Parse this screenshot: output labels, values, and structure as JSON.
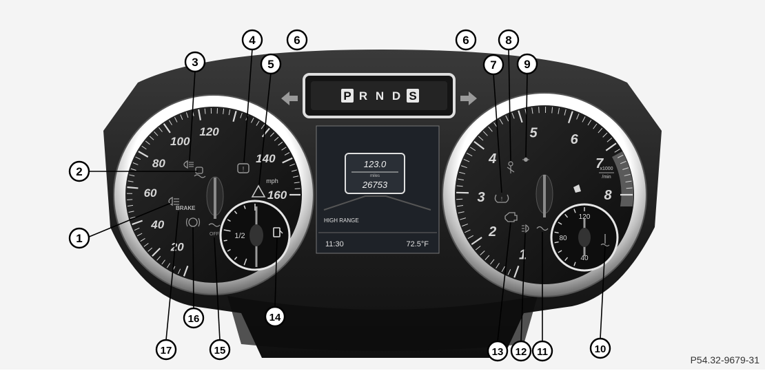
{
  "reference_code": "P54.32-9679-31",
  "gear_selector": {
    "gears": [
      "P",
      "R",
      "N",
      "D",
      "S"
    ],
    "highlighted": [
      "P",
      "S"
    ]
  },
  "speedometer": {
    "unit": "mph",
    "labels": [
      {
        "text": "20",
        "angle": 215
      },
      {
        "text": "40",
        "angle": 242
      },
      {
        "text": "60",
        "angle": 272
      },
      {
        "text": "80",
        "angle": 300
      },
      {
        "text": "100",
        "angle": 328
      },
      {
        "text": "120",
        "angle": 356
      },
      {
        "text": "140",
        "angle": 55
      },
      {
        "text": "160",
        "angle": 90
      }
    ]
  },
  "fuel_gauge": {
    "half_label": "1/2",
    "fuel_icon": "fuel-pump-icon"
  },
  "tachometer": {
    "unit_line1": "x1000",
    "unit_line2": "/min",
    "labels": [
      {
        "text": "1",
        "angle": 200
      },
      {
        "text": "2",
        "angle": 235
      },
      {
        "text": "3",
        "angle": 268
      },
      {
        "text": "4",
        "angle": 305
      },
      {
        "text": "5",
        "angle": 350
      },
      {
        "text": "6",
        "angle": 28
      },
      {
        "text": "7",
        "angle": 60
      },
      {
        "text": "8",
        "angle": 90
      }
    ]
  },
  "temp_gauge": {
    "labels": [
      "120",
      "80",
      "40"
    ]
  },
  "display": {
    "trip": "123.0",
    "trip_unit": "miles",
    "odometer": "26753",
    "mode_text": "HIGH RANGE",
    "time": "11:30",
    "outside_temp": "72.5°F"
  },
  "indicator_texts": {
    "brake": "BRAKE",
    "off": "OFF"
  },
  "callouts": [
    {
      "number": "1",
      "target": "low-beam-indicator"
    },
    {
      "number": "2",
      "target": "esp-off-indicator"
    },
    {
      "number": "3",
      "target": "rear-fog-lamp-indicator"
    },
    {
      "number": "4",
      "target": "restraint-system-indicator"
    },
    {
      "number": "5",
      "target": "distronic-warning-indicator"
    },
    {
      "number": "6",
      "target": "turn-signal-left"
    },
    {
      "number": "6",
      "target": "turn-signal-right"
    },
    {
      "number": "7",
      "target": "tire-pressure-indicator"
    },
    {
      "number": "8",
      "target": "seat-belt-indicator"
    },
    {
      "number": "9",
      "target": "lights-indicator"
    },
    {
      "number": "10",
      "target": "coolant-indicator"
    },
    {
      "number": "11",
      "target": "glow-plug-indicator"
    },
    {
      "number": "12",
      "target": "high-beam-indicator"
    },
    {
      "number": "13",
      "target": "check-engine-indicator"
    },
    {
      "number": "14",
      "target": "fuel-reserve-indicator"
    },
    {
      "number": "15",
      "target": "esp-indicator"
    },
    {
      "number": "16",
      "target": "abs-indicator"
    },
    {
      "number": "17",
      "target": "brake-indicator"
    }
  ],
  "colors": {
    "dial": "#141414",
    "chrome": "#d8d8d8",
    "display": "#1e2228",
    "arrow": "#9a9a9a",
    "callout": "#000000"
  }
}
